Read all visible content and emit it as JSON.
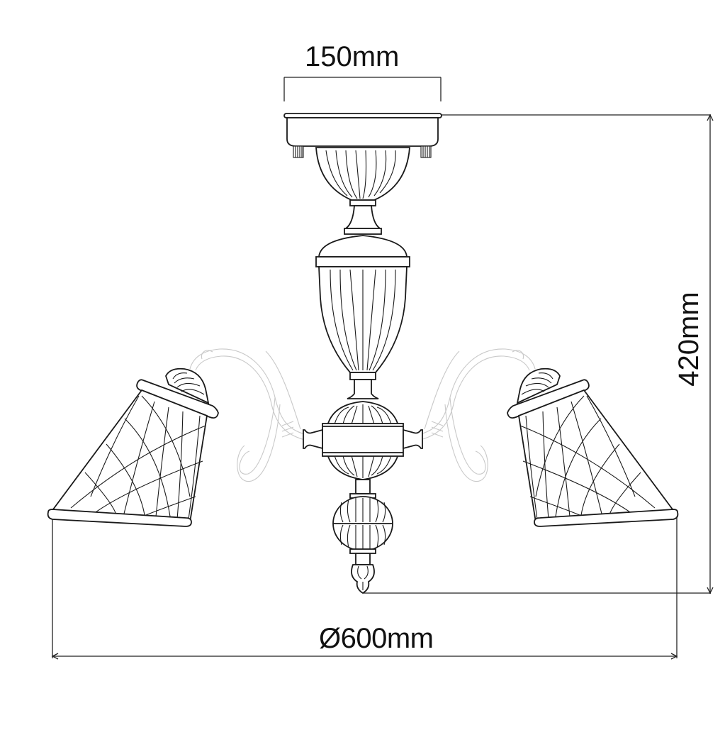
{
  "drawing": {
    "subject": "three-arm ceiling chandelier line drawing",
    "background": "#ffffff",
    "line_color": "#1a1a1a",
    "ghost_line_color": "#c9c9c9"
  },
  "dimensions": {
    "canopy_width": {
      "label": "150mm",
      "value": 150,
      "unit": "mm"
    },
    "height": {
      "label": "420mm",
      "value": 420,
      "unit": "mm"
    },
    "diameter": {
      "label": "Ø600mm",
      "symbol": "Ø",
      "value": 600,
      "unit": "mm"
    }
  }
}
